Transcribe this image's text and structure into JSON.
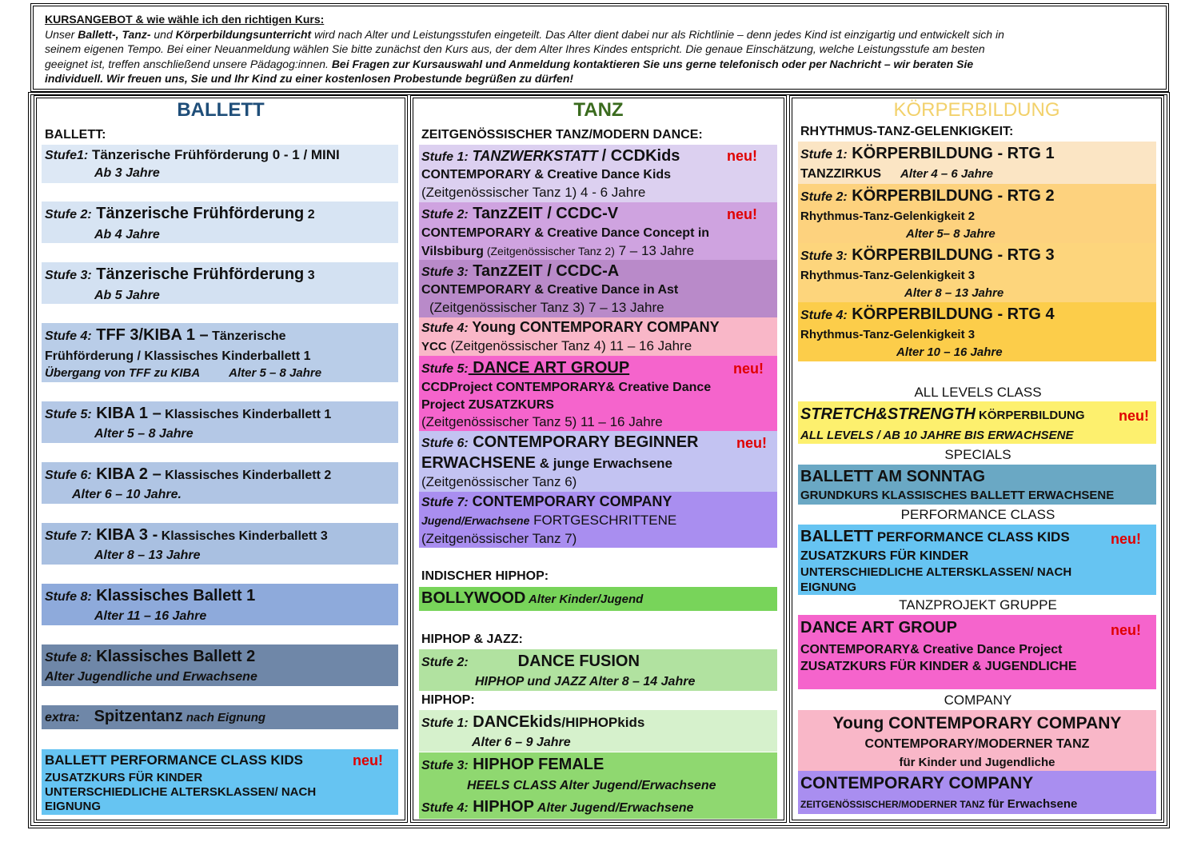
{
  "intro": {
    "title": "KURSANGEBOT & wie wähle ich den richtigen Kurs:",
    "l1_a": "Unser ",
    "l1_b": "Ballett-, Tanz-",
    "l1_c": " und ",
    "l1_d": "Körperbildungsunterricht",
    "l1_e": " wird nach Alter und Leistungsstufen eingeteilt. Das Alter dient dabei nur als Richtlinie – denn jedes Kind ist einzigartig und entwickelt sich in",
    "l2": "seinem eigenen Tempo. Bei einer Neuanmeldung wählen Sie bitte zunächst den Kurs aus, der dem Alter Ihres Kindes entspricht. Die genaue Einschätzung, welche Leistungsstufe am besten",
    "l3_a": "geeignet ist, treffen anschließend unsere Pädagog:innen. ",
    "l3_b": "Bei Fragen zur Kursauswahl und Anmeldung kontaktieren Sie uns gerne telefonisch oder per Nachricht – wir beraten Sie",
    "l4": "individuell. Wir freuen uns, Sie und Ihr Kind zu einer kostenlosen Probestunde begrüßen zu dürfen!"
  },
  "colors": {
    "ballett_head": "#1f4e79",
    "tanz_head": "#3a6b1e",
    "koerper_head": "#f2d16b",
    "neu": "#e00000"
  },
  "neu": "neu!",
  "ballett": {
    "heading": "BALLETT",
    "sub": "BALLETT:",
    "s1_a": "Stufe1:",
    "s1_b": " Tänzerische Frühförderung 0 - 1 / MINI",
    "s1_age": "Ab 3 Jahre",
    "s2_a": "Stufe 2:",
    "s2_b": " Tänzerische Frühförderung",
    "s2_c": " 2",
    "s2_age": "Ab 4 Jahre",
    "s3_a": "Stufe 3:",
    "s3_b": " Tänzerische Frühförderung",
    "s3_c": " 3",
    "s3_age": "Ab 5  Jahre",
    "s4_a": "Stufe 4:",
    "s4_b": " TFF 3/KIBA 1 –",
    "s4_c": " Tänzerische",
    "s4_l2": "Frühförderung / Klassisches Kinderballett 1",
    "s4_l3a": "Übergang von TFF zu KIBA",
    "s4_l3b": "Alter 5 – 8 Jahre",
    "s5_a": "Stufe 5:",
    "s5_b": " KIBA 1 –",
    "s5_c": " Klassisches Kinderballett 1",
    "s5_age": "Alter 5 – 8 Jahre",
    "s6_a": "Stufe 6:",
    "s6_b": " KIBA 2 –",
    "s6_c": " Klassisches Kinderballett 2",
    "s6_age": "Alter 6 – 10 Jahre.",
    "s7_a": "Stufe 7:",
    "s7_b": " KIBA 3 -",
    "s7_c": " Klassisches Kinderballett 3",
    "s7_age": "Alter 8 – 13  Jahre",
    "s8_a": "Stufe 8:",
    "s8_b": " Klassisches Ballett 1",
    "s8_age": "Alter 11 – 16 Jahre",
    "s9_a": "Stufe 8:",
    "s9_b": " Klassisches Ballett 2",
    "s9_age": "Alter Jugendliche und Erwachsene",
    "extra_a": "extra:",
    "extra_b": "Spitzentanz",
    "extra_c": " nach Eignung",
    "perf_title": "BALLETT PERFORMANCE CLASS KIDS",
    "perf_l1": "ZUSATZKURS FÜR KINDER",
    "perf_l2": "UNTERSCHIEDLICHE ALTERSKLASSEN/ NACH",
    "perf_l3": "EIGNUNG"
  },
  "tanz": {
    "heading": "TANZ",
    "sub1": "ZEITGENÖSSISCHER TANZ/MODERN DANCE:",
    "t1_a": "Stufe 1:",
    "t1_b": " TANZWERKSTATT ",
    "t1_c": " / CCDKids",
    "t1_l2": "CONTEMPORARY & Creative Dance Kids",
    "t1_l3": "(Zeitgenössischer Tanz 1) 4 - 6 Jahre",
    "t2_a": "Stufe 2:",
    "t2_b": "  TanzZEIT / CCDC-V",
    "t2_l2": "CONTEMPORARY & Creative Dance Concept in",
    "t2_l3a": "Vilsbiburg",
    "t2_l3b": " (Zeitgenössischer Tanz 2)",
    "t2_l3c": " 7 – 13 Jahre",
    "t3_a": "Stufe 3:",
    "t3_b": " TanzZEIT / CCDC-A",
    "t3_l2": "CONTEMPORARY & Creative Dance in Ast",
    "t3_l3": "(Zeitgenössischer Tanz 3) 7 – 13 Jahre",
    "t4_a": "Stufe 4:",
    "t4_b": " Young CONTEMPORARY COMPANY",
    "t4_l2a": "YCC",
    "t4_l2b": " (Zeitgenössischer Tanz 4)  11 – 16 Jahre",
    "t5_a": "Stufe 5:",
    "t5_b": " DANCE ART GROUP ",
    "t5_l2": "CCDProject CONTEMPORARY& Creative Dance",
    "t5_l3": "Project ZUSATZKURS",
    "t5_l4": "(Zeitgenössischer Tanz 5) 11 – 16 Jahre",
    "t6_a": "Stufe 6:",
    "t6_b": " CONTEMPORARY BEGINNER",
    "t6_l2a": "ERWACHSENE",
    "t6_l2b": " & junge Erwachsene",
    "t6_l3": "(Zeitgenössischer Tanz 6)",
    "t7_a": "Stufe 7:",
    "t7_b": " CONTEMPORARY COMPANY",
    "t7_l2a": "Jugend/Erwachsene",
    "t7_l2b": " FORTGESCHRITTENE",
    "t7_l3": "(Zeitgenössischer Tanz 7)",
    "sub2": "INDISCHER HIPHOP:",
    "bolly_a": "BOLLYWOOD",
    "bolly_b": " Alter Kinder/Jugend",
    "sub3": "HIPHOP & JAZZ:",
    "hj_a": "Stufe 2:",
    "hj_b": "DANCE FUSION",
    "hj_l2": "HIPHOP und JAZZ  Alter 8 – 14 Jahre",
    "sub4": "HIPHOP:",
    "h1_a": "Stufe 1:",
    "h1_b": " DANCEkids",
    "h1_c": "/HIPHOPkids",
    "h1_age": "Alter 6 – 9 Jahre",
    "h3_a": "Stufe 3:",
    "h3_b": "  HIPHOP FEMALE",
    "h3_l2": "HEELS CLASS Alter Jugend/Erwachsene",
    "h4_a": "Stufe 4:",
    "h4_b": "  HIPHOP",
    "h4_c": " Alter Jugend/Erwachsene"
  },
  "koerper": {
    "heading": "KÖRPERBILDUNG",
    "sub1": "RHYTHMUS-TANZ-GELENKIGKEIT:",
    "k1_a": "Stufe 1:",
    "k1_b": " KÖRPERBILDUNG - RTG 1",
    "k1_l2a": "TANZZIRKUS",
    "k1_l2b": "Alter 4 – 6 Jahre",
    "k2_a": "Stufe 2:",
    "k2_b": " KÖRPERBILDUNG - RTG 2",
    "k2_l2": "Rhythmus-Tanz-Gelenkigkeit 2",
    "k2_age": "Alter 5– 8 Jahre",
    "k3_a": "Stufe 3:",
    "k3_b": " KÖRPERBILDUNG - RTG 3",
    "k3_l2": "Rhythmus-Tanz-Gelenkigkeit 3",
    "k3_age": "Alter 8 – 13 Jahre",
    "k4_a": "Stufe 4:",
    "k4_b": " KÖRPERBILDUNG - RTG 4",
    "k4_l2": "Rhythmus-Tanz-Gelenkigkeit 3",
    "k4_age": "Alter 10 – 16 Jahre",
    "cap_all": "ALL LEVELS CLASS",
    "ss_a": "STRETCH&STRENGTH",
    "ss_b": " KÖRPERBILDUNG",
    "ss_l2": "ALL LEVELS / AB 10 JAHRE BIS ERWACHSENE",
    "cap_spec": "SPECIALS",
    "sonn_a": "BALLETT AM SONNTAG",
    "sonn_l2": "GRUNDKURS KLASSISCHES BALLETT ERWACHSENE",
    "cap_perf": "PERFORMANCE CLASS",
    "perf_a": "BALLETT",
    "perf_b": " PERFORMANCE CLASS KIDS",
    "perf_l2": "ZUSATZKURS FÜR KINDER",
    "perf_l3": "UNTERSCHIEDLICHE ALTERSKLASSEN/ NACH",
    "perf_l4": "EIGNUNG",
    "cap_tp": "TANZPROJEKT GRUPPE",
    "dag_a": "DANCE ART GROUP",
    "dag_l2": "CONTEMPORARY& Creative Dance Project",
    "dag_l3": "ZUSATZKURS FÜR KINDER & JUGENDLICHE",
    "cap_comp": "COMPANY",
    "ycc_a": "Young CONTEMPORARY COMPANY",
    "ycc_l2": "CONTEMPORARY/MODERNER TANZ",
    "ycc_l3": "für Kinder und Jugendliche",
    "cc_a": "CONTEMPORARY COMPANY",
    "cc_l2a": "ZEITGENÖSSISCHER/MODERNER TANZ",
    "cc_l2b": " für  Erwachsene"
  }
}
